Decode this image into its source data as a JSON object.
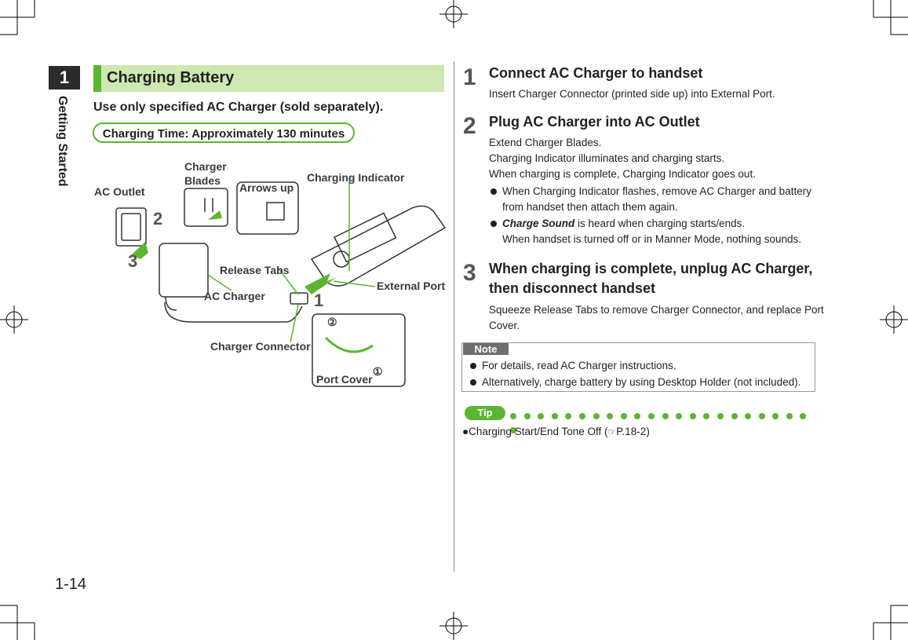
{
  "chapter": {
    "number": "1",
    "title": "Getting Started"
  },
  "page_number": "1-14",
  "section": {
    "title": "Charging Battery",
    "intro": "Use only specified AC Charger (sold separately).",
    "charging_time": "Charging Time: Approximately 130 minutes"
  },
  "figure": {
    "labels": {
      "ac_outlet": "AC Outlet",
      "charger_blades_1": "Charger",
      "charger_blades_2": "Blades",
      "arrows_up": "Arrows up",
      "charging_indicator": "Charging Indicator",
      "release_tabs": "Release Tabs",
      "external_port": "External Port",
      "ac_charger": "AC Charger",
      "charger_connector": "Charger Connector",
      "port_cover": "Port Cover",
      "num_1": "1",
      "num_2": "2",
      "num_3": "3",
      "circ_1": "①",
      "circ_2": "②"
    }
  },
  "steps": [
    {
      "number": "1",
      "title": "Connect AC Charger to handset",
      "body": [
        "Insert Charger Connector (printed side up) into External Port."
      ]
    },
    {
      "number": "2",
      "title": "Plug AC Charger into AC Outlet",
      "body": [
        "Extend Charger Blades.",
        "Charging Indicator illuminates and charging starts.",
        "When charging is complete, Charging Indicator goes out."
      ],
      "bullets": [
        {
          "line1": "When Charging Indicator flashes, remove AC Charger and battery",
          "line2": "from handset then attach them again."
        },
        {
          "emph": "Charge Sound",
          "line1": " is heard when charging starts/ends.",
          "line2": "When handset is turned off or in Manner Mode, nothing sounds."
        }
      ]
    },
    {
      "number": "3",
      "title_line1": "When charging is complete, unplug AC Charger,",
      "title_line2": "then disconnect handset",
      "body_line1": "Squeeze Release Tabs to remove Charger Connector, and replace Port",
      "body_line2": "Cover."
    }
  ],
  "note": {
    "label": "Note",
    "items": [
      "For details, read AC Charger instructions.",
      "Alternatively, charge battery by using Desktop Holder (not included)."
    ]
  },
  "tip": {
    "label": "Tip",
    "text": "Charging Start/End Tone Off (",
    "ref": "P.18-2)"
  }
}
